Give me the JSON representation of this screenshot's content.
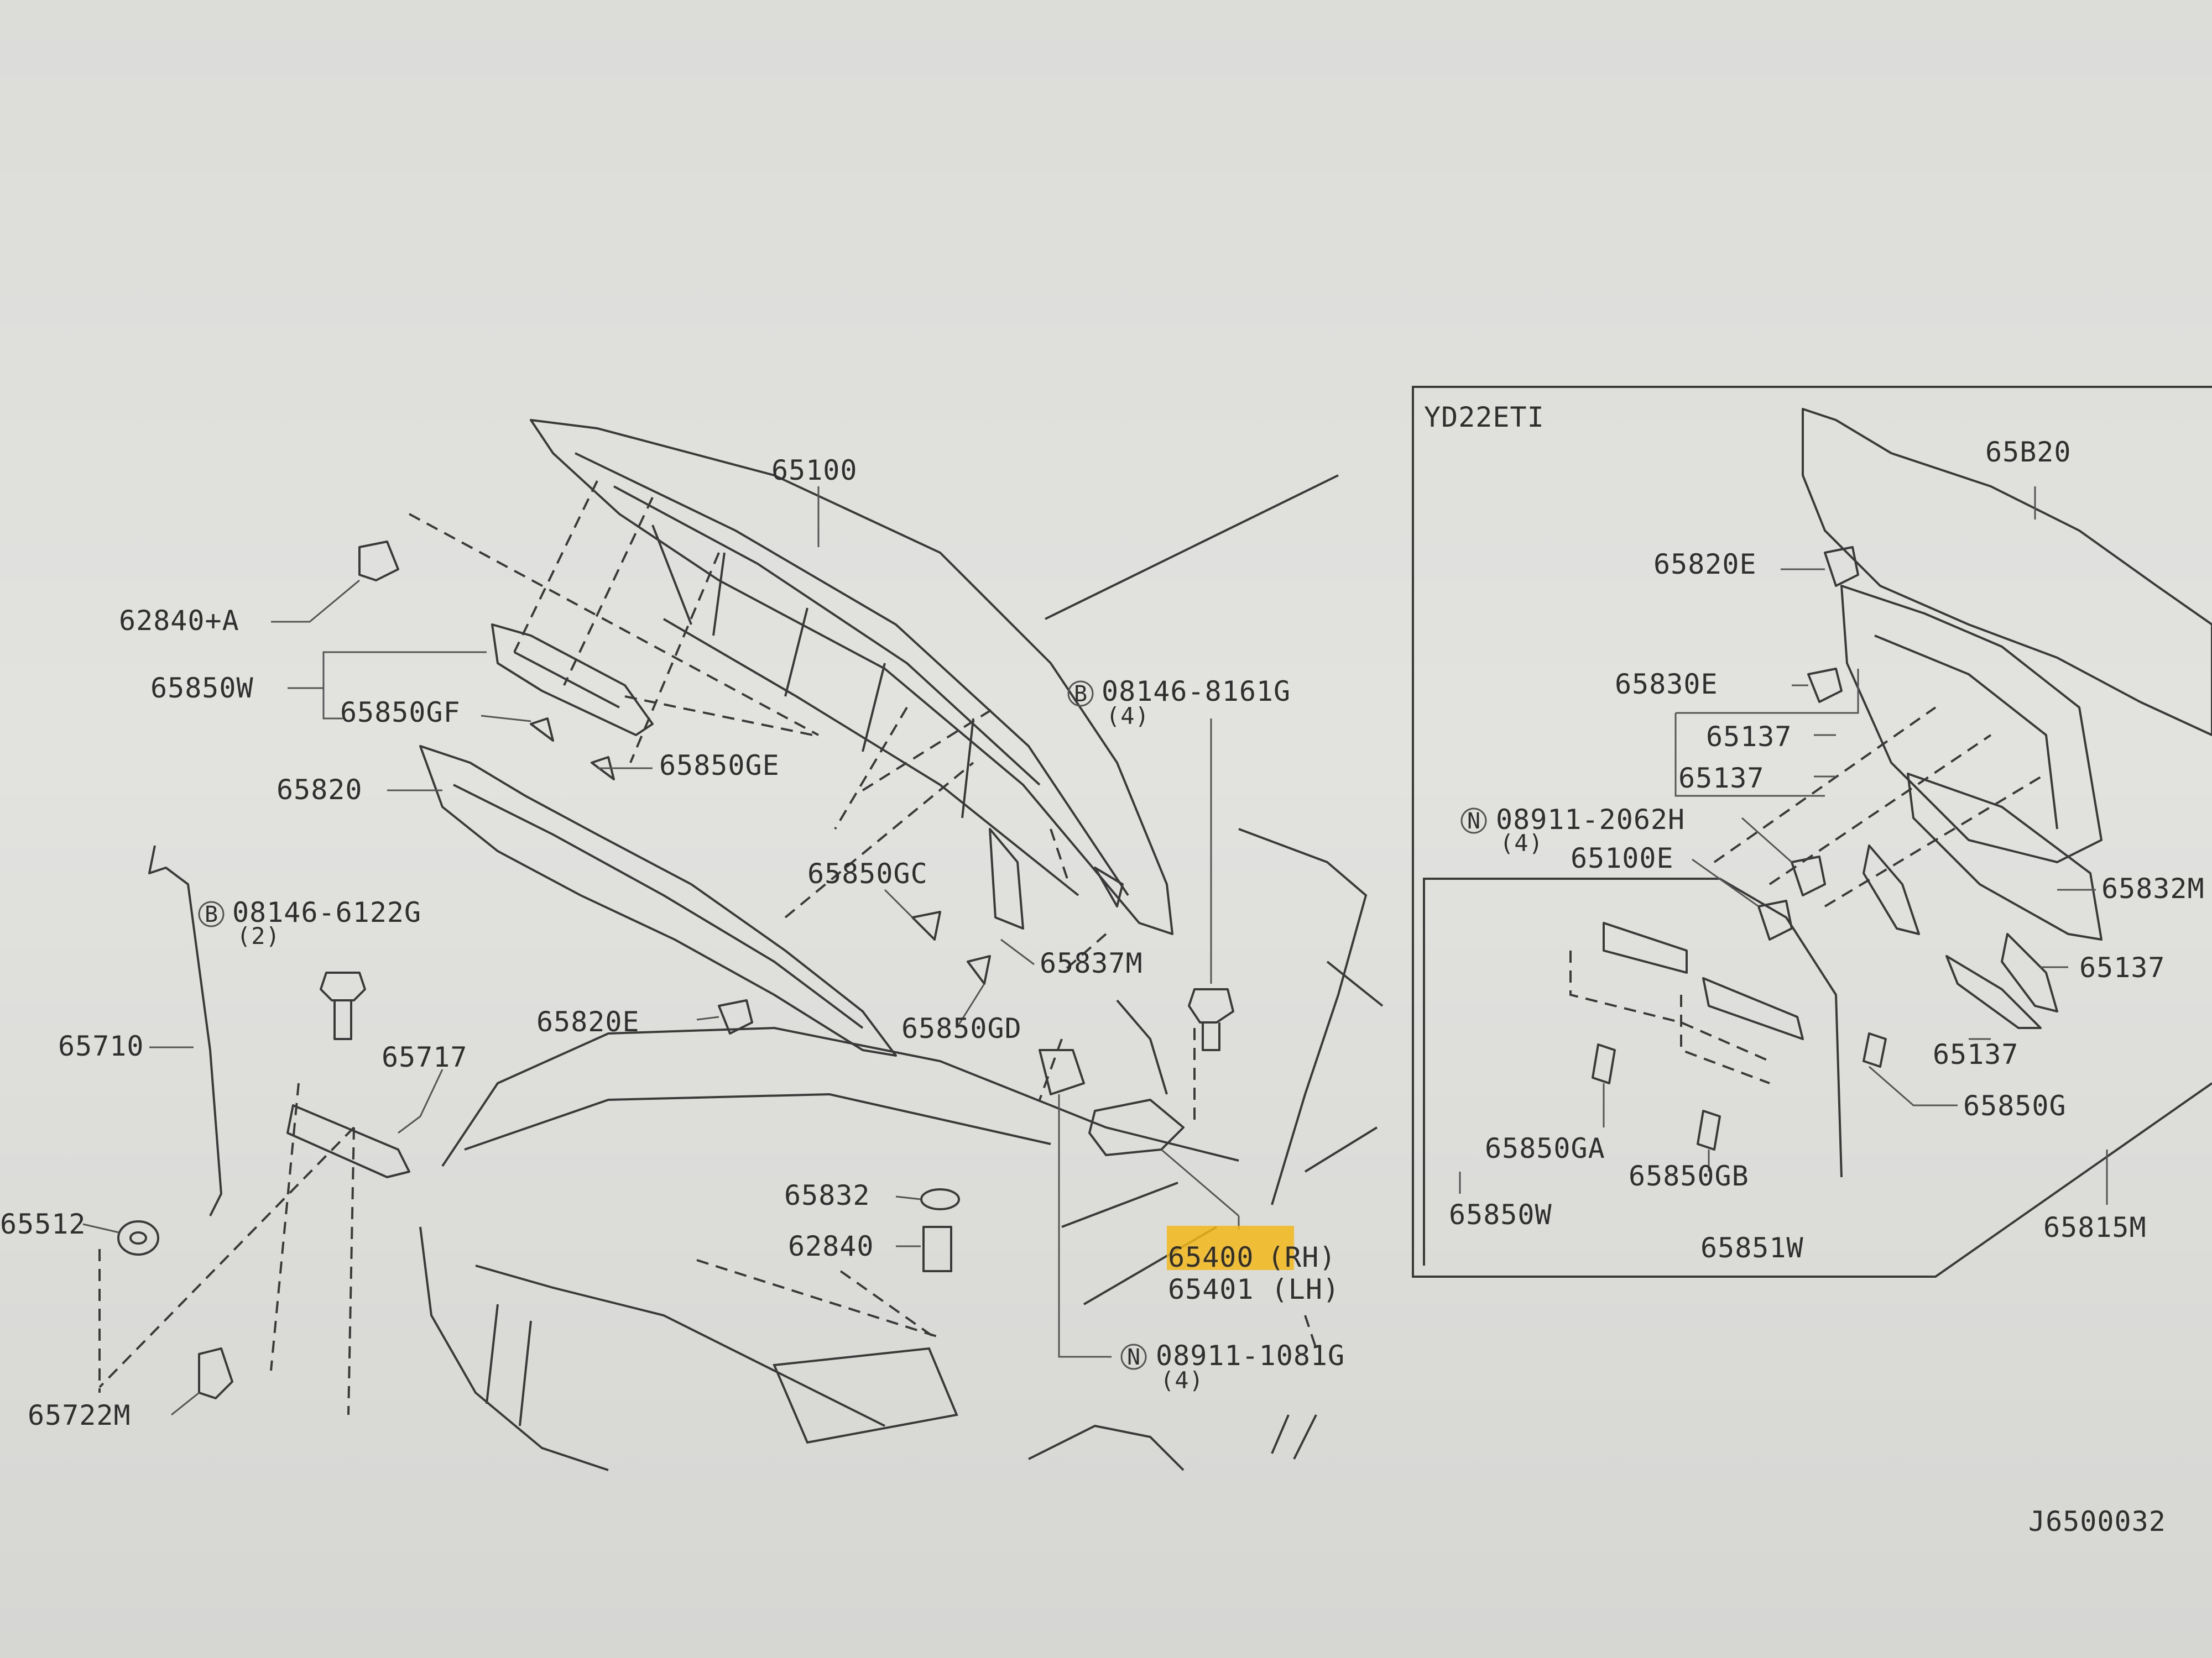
{
  "diagram": {
    "drawing_id": "J6500032",
    "inset_title": "YD22ETI",
    "highlight_color": "#f3b71a",
    "labels": {
      "p65100": "65100",
      "p62840a": "62840+A",
      "p65850w": "65850W",
      "p65850gf": "65850GF",
      "p65850ge": "65850GE",
      "p65820": "65820",
      "b08146_8161g": "08146-8161G",
      "b08146_8161g_qty": "(4)",
      "p65850gc": "65850GC",
      "p65837m": "65837M",
      "p65850gd": "65850GD",
      "b08146_6122g": "08146-6122G",
      "b08146_6122g_qty": "(2)",
      "p65710": "65710",
      "p65717": "65717",
      "p65820e": "65820E",
      "p65512": "65512",
      "p65832": "65832",
      "p62840": "62840",
      "p65400": "65400",
      "p65400_side": "(RH)",
      "p65401": "65401 (LH)",
      "n08911_1081g": "08911-1081G",
      "n08911_1081g_qty": "(4)",
      "p65722m": "65722M",
      "inset_65b20": "65B20",
      "inset_65820e": "65820E",
      "inset_65830e": "65830E",
      "inset_65137a": "65137",
      "inset_65137b": "65137",
      "inset_n08911_2062h": "08911-2062H",
      "inset_n08911_2062h_qty": "(4)",
      "inset_65100e": "65100E",
      "inset_65832m": "65832M",
      "inset_65137c": "65137",
      "inset_65137d": "65137",
      "inset_65850g": "65850G",
      "inset_65850ga": "65850GA",
      "inset_65850gb": "65850GB",
      "inset_65850w": "65850W",
      "inset_65851w": "65851W",
      "inset_65815m": "65815M"
    },
    "markers": {
      "bolt": "B",
      "nut": "N"
    }
  }
}
